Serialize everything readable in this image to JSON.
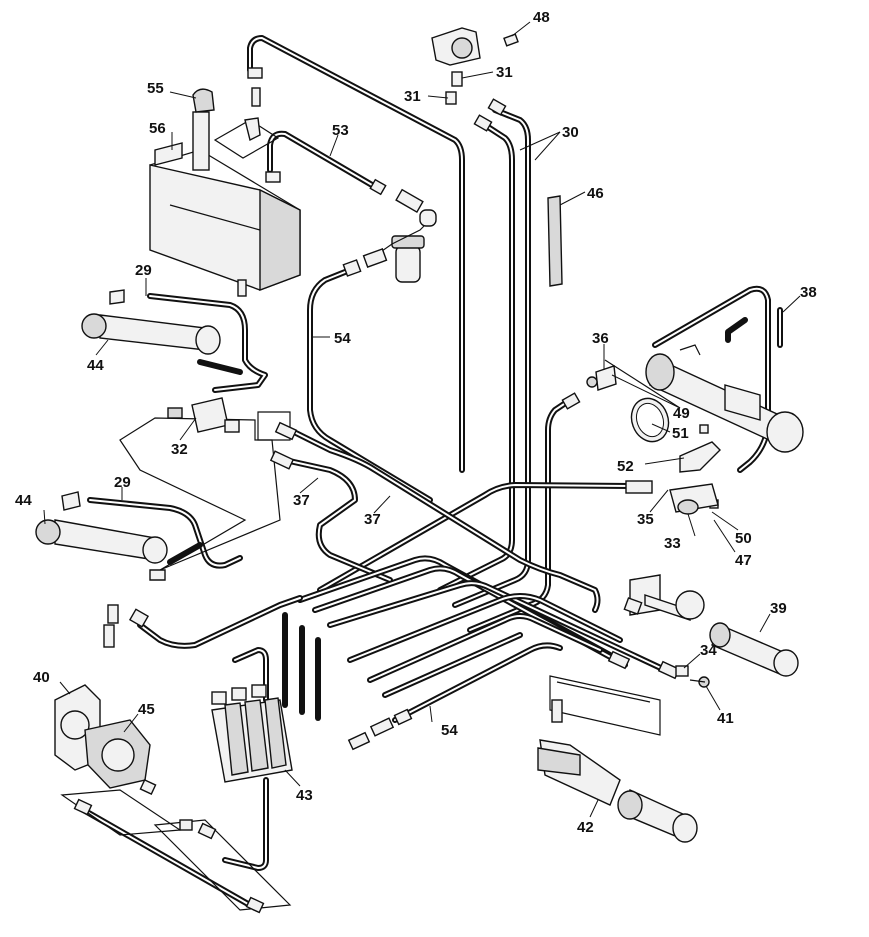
{
  "diagram": {
    "callouts": [
      {
        "id": "c48",
        "text": "48"
      },
      {
        "id": "c31a",
        "text": "31"
      },
      {
        "id": "c31b",
        "text": "31"
      },
      {
        "id": "c30",
        "text": "30"
      },
      {
        "id": "c55",
        "text": "55"
      },
      {
        "id": "c56",
        "text": "56"
      },
      {
        "id": "c53",
        "text": "53"
      },
      {
        "id": "c46",
        "text": "46"
      },
      {
        "id": "c29a",
        "text": "29"
      },
      {
        "id": "c44a",
        "text": "44"
      },
      {
        "id": "c54a",
        "text": "54"
      },
      {
        "id": "c38",
        "text": "38"
      },
      {
        "id": "c36",
        "text": "36"
      },
      {
        "id": "c49",
        "text": "49"
      },
      {
        "id": "c51",
        "text": "51"
      },
      {
        "id": "c32",
        "text": "32"
      },
      {
        "id": "c52",
        "text": "52"
      },
      {
        "id": "c37a",
        "text": "37"
      },
      {
        "id": "c37b",
        "text": "37"
      },
      {
        "id": "c35",
        "text": "35"
      },
      {
        "id": "c44b",
        "text": "44"
      },
      {
        "id": "c29b",
        "text": "29"
      },
      {
        "id": "c50",
        "text": "50"
      },
      {
        "id": "c33",
        "text": "33"
      },
      {
        "id": "c47",
        "text": "47"
      },
      {
        "id": "c39",
        "text": "39"
      },
      {
        "id": "c34",
        "text": "34"
      },
      {
        "id": "c40",
        "text": "40"
      },
      {
        "id": "c45",
        "text": "45"
      },
      {
        "id": "c41",
        "text": "41"
      },
      {
        "id": "c54b",
        "text": "54"
      },
      {
        "id": "c43",
        "text": "43"
      },
      {
        "id": "c42",
        "text": "42"
      }
    ]
  }
}
